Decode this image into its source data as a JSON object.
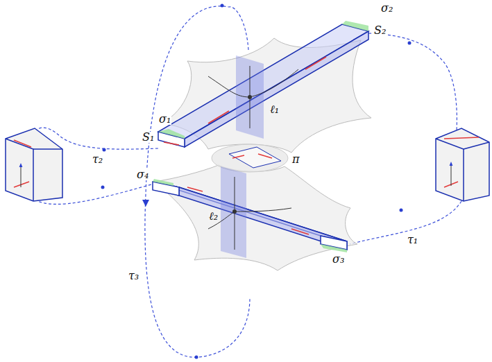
{
  "diagram": {
    "labels": [
      "σ₂",
      "S₂",
      "ℓ₁",
      "σ₁",
      "S₁",
      "τ₂",
      "π",
      "σ₄",
      "ℓ₂",
      "τ₁",
      "σ₃",
      "τ₃"
    ]
  }
}
